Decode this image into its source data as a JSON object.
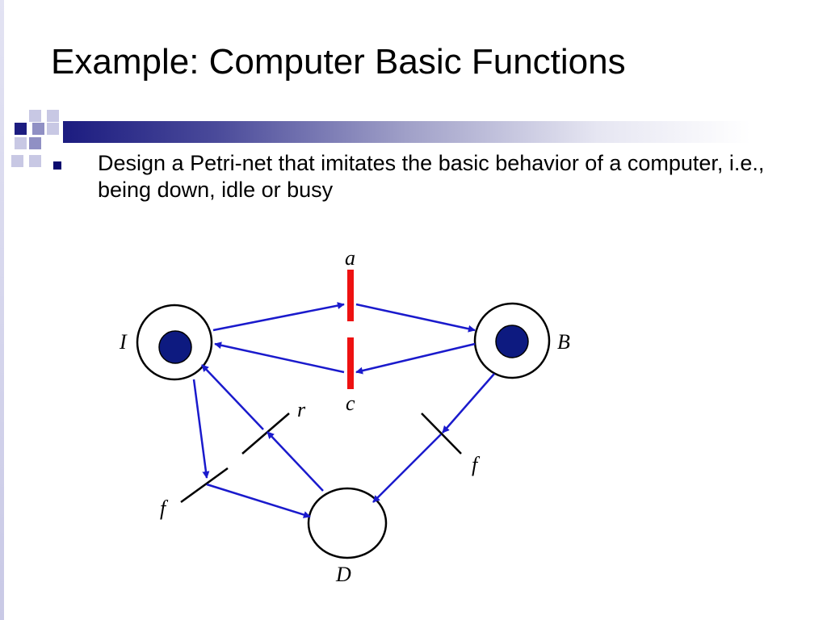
{
  "slide": {
    "title": "Example:  Computer Basic Functions",
    "bullet": "Design a Petri-net that imitates the basic behavior of a computer, i.e., being down, idle or busy"
  },
  "diagram": {
    "places": {
      "idle": "I",
      "busy": "B",
      "down": "D"
    },
    "transitions": {
      "a": "a",
      "c": "c",
      "r": "r",
      "f_left": "f",
      "f_right": "f"
    },
    "tokens": {
      "idle": 1,
      "busy": 1,
      "down": 0
    }
  },
  "colors": {
    "arc": "#1a1acc",
    "token": "#0d1a80",
    "transition_highlight": "#ee1111",
    "band_dark": "#1c1c80"
  }
}
